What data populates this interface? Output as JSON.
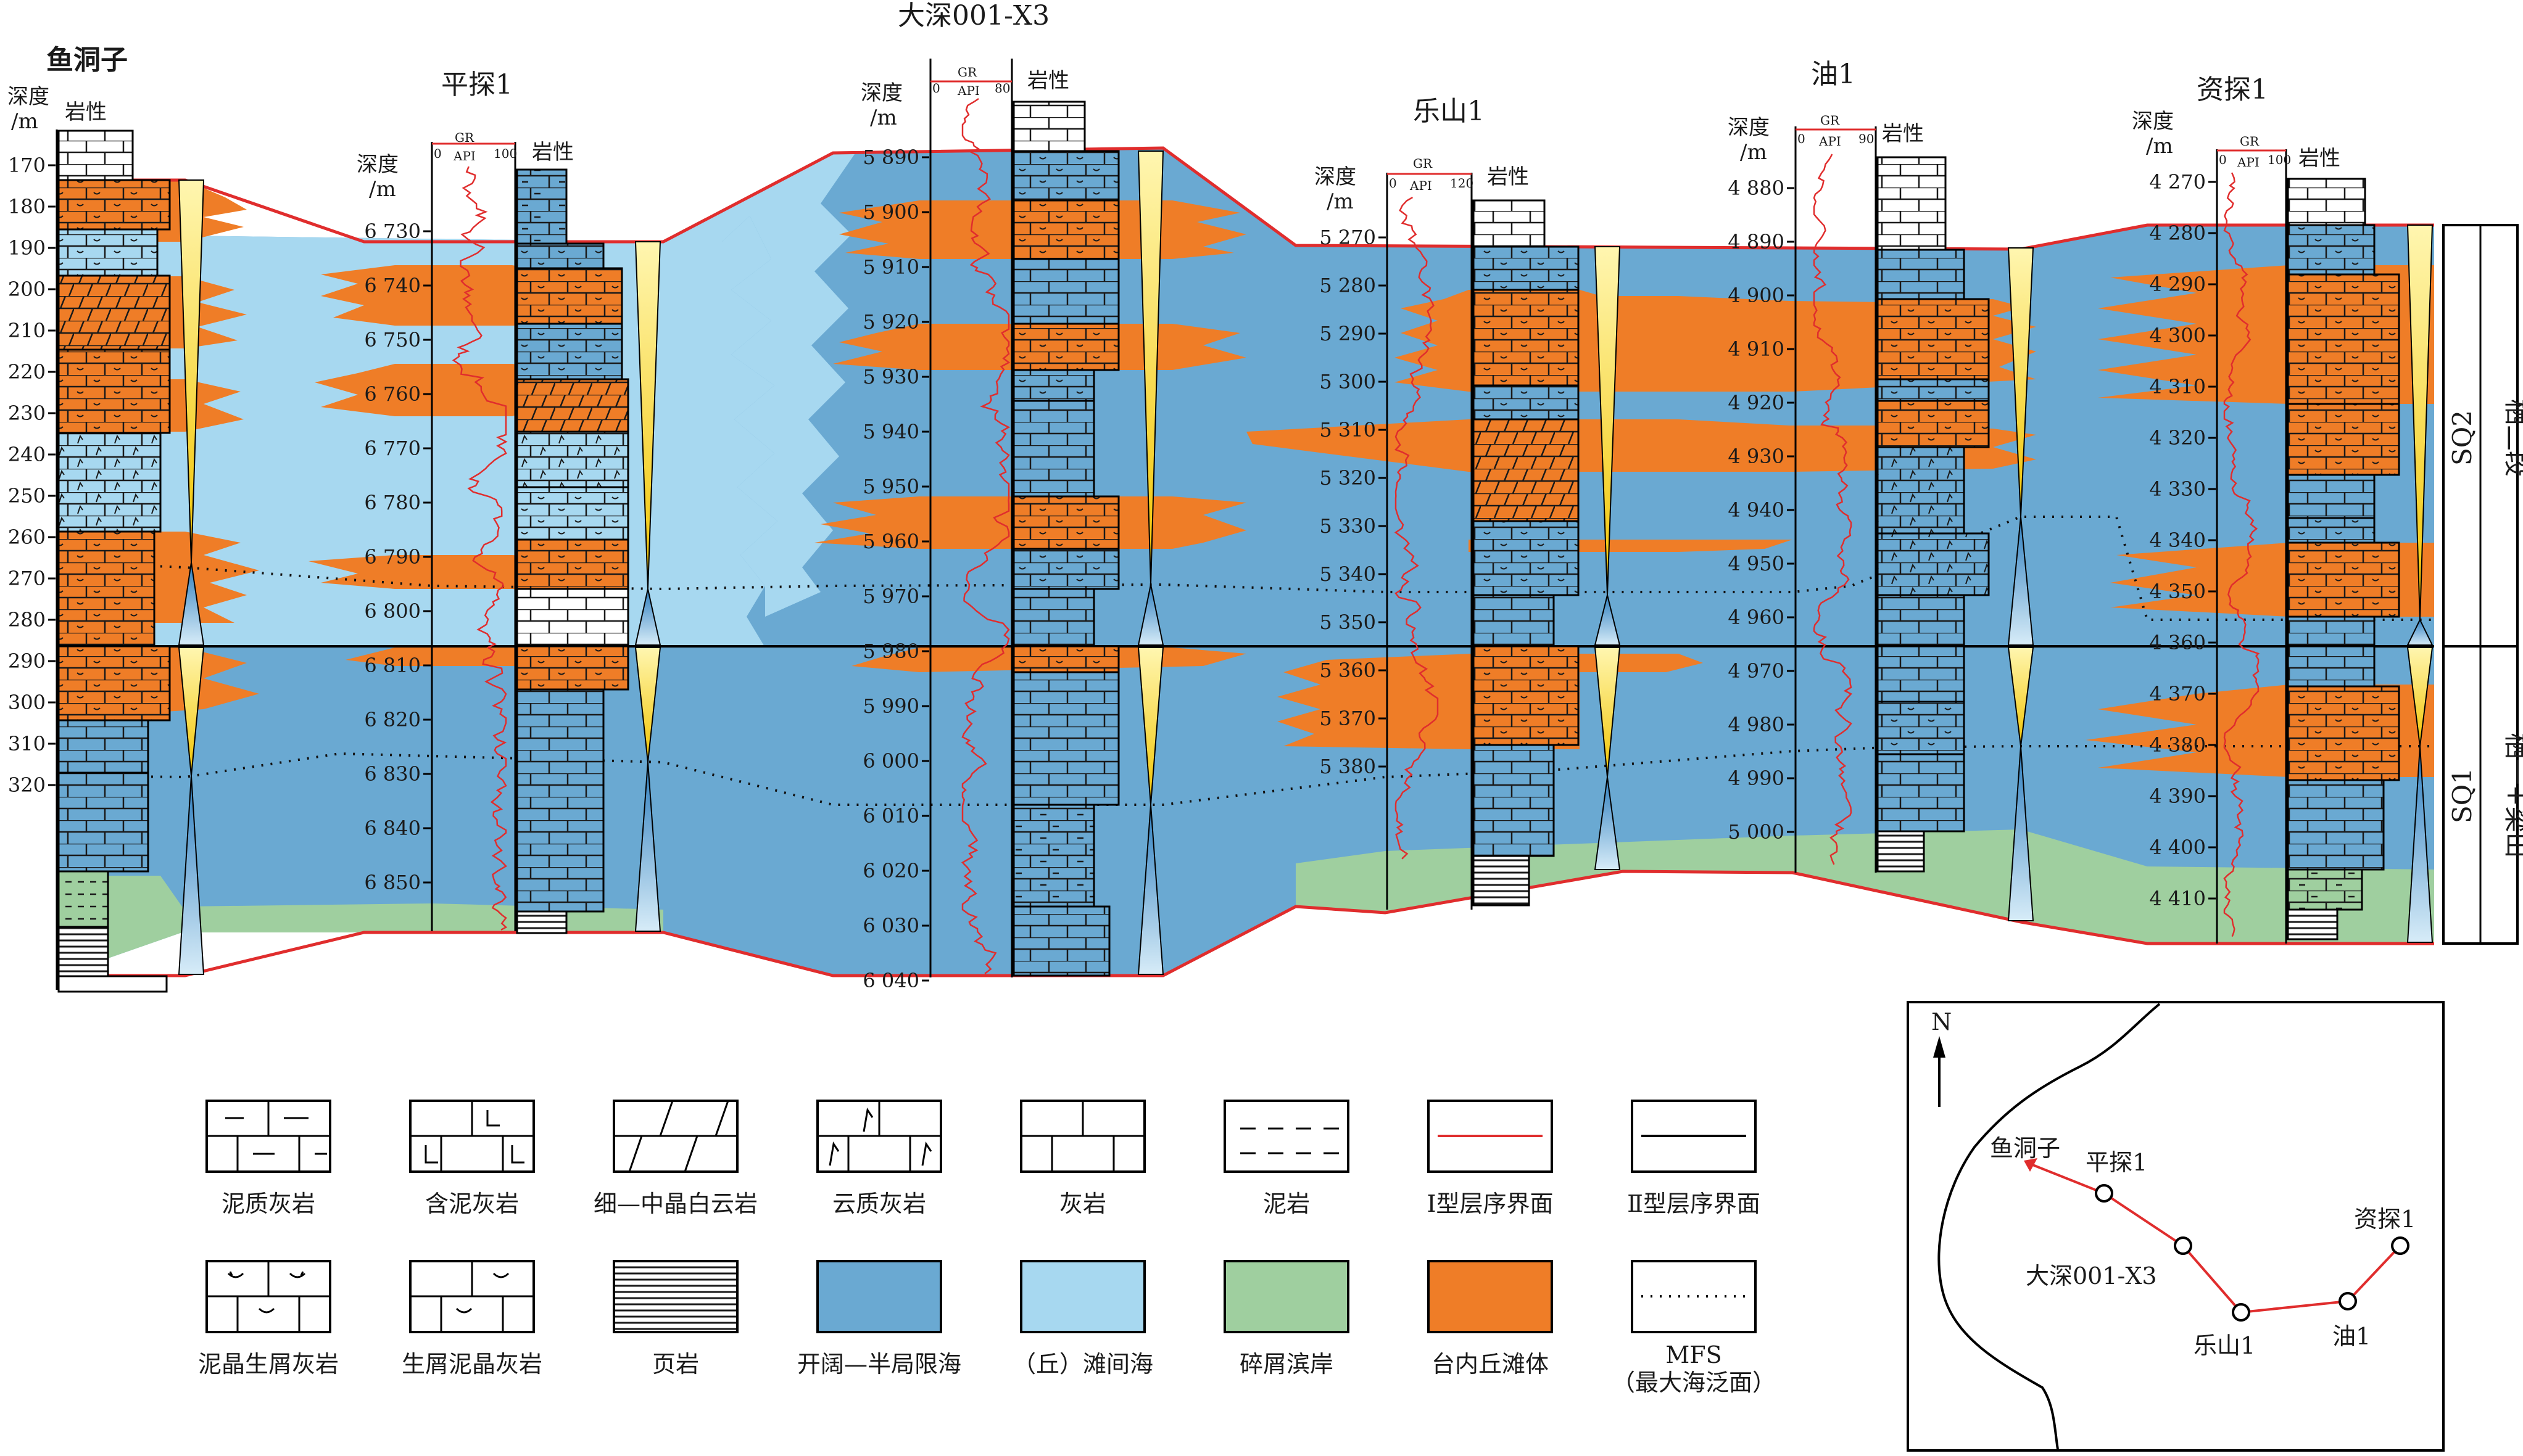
{
  "wells": [
    {
      "name": "鱼洞子",
      "depth_label": "深度\n/m",
      "litho_label": "岩性",
      "gr_label": null,
      "depth_ticks": [
        "170",
        "180",
        "190",
        "200",
        "210",
        "220",
        "230",
        "240",
        "250",
        "260",
        "270",
        "280",
        "290",
        "300",
        "310",
        "320"
      ]
    },
    {
      "name": "平探1",
      "depth_label": "深度\n/m",
      "litho_label": "岩性",
      "gr_label": {
        "name": "GR",
        "unit": "API",
        "min": "0",
        "max": "100"
      },
      "depth_ticks": [
        "6 730",
        "6 740",
        "6 750",
        "6 760",
        "6 770",
        "6 780",
        "6 790",
        "6 800",
        "6 810",
        "6 820",
        "6 830",
        "6 840",
        "6 850"
      ]
    },
    {
      "name": "大深001-X3",
      "depth_label": "深度\n/m",
      "litho_label": "岩性",
      "gr_label": {
        "name": "GR",
        "unit": "API",
        "min": "0",
        "max": "80"
      },
      "depth_ticks": [
        "5 890",
        "5 900",
        "5 910",
        "5 920",
        "5 930",
        "5 940",
        "5 950",
        "5 960",
        "5 970",
        "5 980",
        "5 990",
        "6 000",
        "6 010",
        "6 020",
        "6 030",
        "6 040"
      ]
    },
    {
      "name": "乐山1",
      "depth_label": "深度\n/m",
      "litho_label": "岩性",
      "gr_label": {
        "name": "GR",
        "unit": "API",
        "min": "0",
        "max": "120"
      },
      "depth_ticks": [
        "5 270",
        "5 280",
        "5 290",
        "5 300",
        "5 310",
        "5 320",
        "5 330",
        "5 340",
        "5 350",
        "5 360",
        "5 370",
        "5 380"
      ]
    },
    {
      "name": "油1",
      "depth_label": "深度\n/m",
      "litho_label": "岩性",
      "gr_label": {
        "name": "GR",
        "unit": "API",
        "min": "0",
        "max": "90"
      },
      "depth_ticks": [
        "4 880",
        "4 890",
        "4 900",
        "4 910",
        "4 920",
        "4 930",
        "4 940",
        "4 950",
        "4 960",
        "4 970",
        "4 980",
        "4 990",
        "5 000"
      ]
    },
    {
      "name": "资探1",
      "depth_label": "深度\n/m",
      "litho_label": "岩性",
      "gr_label": {
        "name": "GR",
        "unit": "API",
        "min": "0",
        "max": "100"
      },
      "depth_ticks": [
        "4 270",
        "4 280",
        "4 290",
        "4 300",
        "4 310",
        "4 320",
        "4 330",
        "4 340",
        "4 350",
        "4 360",
        "4 370",
        "4 380",
        "4 390",
        "4 400",
        "4 410"
      ]
    }
  ],
  "sequences": [
    {
      "seq": "SQ2",
      "member": "栖二段"
    },
    {
      "seq": "SQ1",
      "member": "栖一+梁山"
    }
  ],
  "legend": [
    {
      "label": "泥质灰岩",
      "pattern": "muddy-limestone"
    },
    {
      "label": "含泥灰岩",
      "pattern": "mud-bearing-limestone"
    },
    {
      "label": "细—中晶白云岩",
      "pattern": "dolomite"
    },
    {
      "label": "云质灰岩",
      "pattern": "dolomitic-limestone"
    },
    {
      "label": "灰岩",
      "pattern": "limestone"
    },
    {
      "label": "泥岩",
      "pattern": "mudstone"
    },
    {
      "label": "Ⅰ型层序界面",
      "pattern": "type1-boundary"
    },
    {
      "label": "Ⅱ型层序界面",
      "pattern": "type2-boundary"
    },
    {
      "label": "泥晶生屑灰岩",
      "pattern": "micritic-bioclastic-limestone"
    },
    {
      "label": "生屑泥晶灰岩",
      "pattern": "bioclastic-micrite"
    },
    {
      "label": "页岩",
      "pattern": "shale"
    },
    {
      "label": "开阔—半局限海",
      "pattern": "open-sea"
    },
    {
      "label": "（丘）滩间海",
      "pattern": "intershoal-sea"
    },
    {
      "label": "碎屑滨岸",
      "pattern": "clastic-shore"
    },
    {
      "label": "台内丘滩体",
      "pattern": "mound-shoal"
    },
    {
      "label": "MFS",
      "label2": "（最大海泛面）",
      "pattern": "mfs"
    }
  ],
  "map": {
    "north": "N",
    "points": [
      "鱼洞子",
      "平探1",
      "大深001-X3",
      "乐山1",
      "油1",
      "资探1"
    ]
  },
  "colors": {
    "open_sea": "#6aa9d2",
    "intershoal_sea": "#a7d8f0",
    "clastic_shore": "#9fcf9f",
    "mound_shoal": "#ef7d27",
    "type1_boundary": "#e02d2d",
    "type2_boundary": "#000000"
  }
}
